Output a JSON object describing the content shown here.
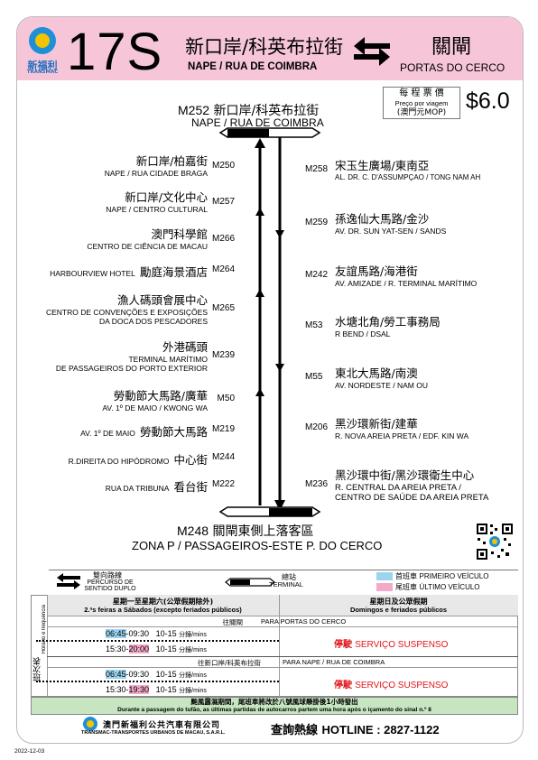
{
  "brand": {
    "name_cn": "新福利",
    "name_en": "TRANSMAC"
  },
  "route": {
    "number": "17S",
    "origin_cn": "新口岸/科英布拉街",
    "origin_en": "NAPE / RUA DE COIMBRA",
    "dest_cn": "關閘",
    "dest_en": "PORTAS DO CERCO"
  },
  "fare": {
    "label_cn": "每 程 票 價",
    "label_pt": "Preço por viagem",
    "currency": "(澳門元MOP)",
    "amount": "$6.0"
  },
  "terminal_top": {
    "code": "M252",
    "name_cn": "新口岸/科英布拉街",
    "name_en": "NAPE / RUA DE COIMBRA"
  },
  "terminal_bottom": {
    "code": "M248",
    "name_cn": "關閘東側上落客區",
    "name_en": "ZONA P /  PASSAGEIROS-ESTE P. DO CERCO"
  },
  "left_stops": [
    {
      "code": "M250",
      "cn": "新口岸/柏嘉街",
      "en": "NAPE / RUA CIDADE BRAGA"
    },
    {
      "code": "M257",
      "cn": "新口岸/文化中心",
      "en": "NAPE / CENTRO  CULTURAL"
    },
    {
      "code": "M266",
      "cn": "澳門科學館",
      "en": "CENTRO DE CIÊNCIA DE MACAU"
    },
    {
      "code": "M264",
      "cn": "勵庭海景酒店",
      "en": "HARBOURVIEW HOTEL"
    },
    {
      "code": "M265",
      "cn": "漁人碼頭會展中心",
      "en": "CENTRO DE CONVENÇÕES E EXPOSIÇÕES",
      "en2": "DA DOCA DOS PESCADORES"
    },
    {
      "code": "M239",
      "cn": "外港碼頭",
      "en": "TERMINAL MARÍTIMO",
      "en2": "DE PASSAGEIROS DO PORTO EXTERIOR"
    },
    {
      "code": "M50",
      "cn": "勞動節大馬路/廣華",
      "en": "AV. 1º DE MAIO / KWONG WA"
    },
    {
      "code": "M219",
      "cn": "勞動節大馬路",
      "en": "AV. 1º DE MAIO"
    },
    {
      "code": "M244",
      "cn": "中心街",
      "en": "R.DIREITA DO HIPÓDROMO"
    },
    {
      "code": "M222",
      "cn": "看台街",
      "en": "RUA DA TRIBUNA"
    }
  ],
  "right_stops": [
    {
      "code": "M258",
      "cn": "宋玉生廣場/東南亞",
      "en": "AL. DR. C. D'ASSUMPÇAO / TONG NAM AH"
    },
    {
      "code": "M259",
      "cn": "孫逸仙大馬路/金沙",
      "en": "AV. DR. SUN YAT-SEN / SANDS"
    },
    {
      "code": "M242",
      "cn": "友誼馬路/海港街",
      "en": "AV. AMIZADE / R. TERMINAL MARÍTIMO"
    },
    {
      "code": "M53",
      "cn": "水塘北角/勞工事務局",
      "en": "R BEND / DSAL"
    },
    {
      "code": "M55",
      "cn": "東北大馬路/南澳",
      "en": "AV. NORDESTE / NAM OU"
    },
    {
      "code": "M206",
      "cn": "黑沙環新街/建華",
      "en": "R. NOVA AREIA PRETA / EDF. KIN WA"
    },
    {
      "code": "M236",
      "cn": "黑沙環中街/黑沙環衛生中心",
      "en": "R. CENTRAL DA AREIA PRETA /",
      "en2": "CENTRO DE SAÚDE DA AREIA PRETA"
    }
  ],
  "legend": {
    "two_way_cn": "雙向路線",
    "two_way_en1": "PERCURSO DE",
    "two_way_en2": "SENTIDO DUPLO",
    "terminal_cn": "總站",
    "terminal_en": "TERMINAL",
    "first_cn": "首班車",
    "first_en": "PRIMEIRO VEÍCULO",
    "last_cn": "尾班車",
    "last_en": "ÚLTIMO VEÍCULO"
  },
  "schedule": {
    "side_label_cn": "班次表",
    "side_label_pt": "Horário e frequência",
    "weekday_cn": "星期一至星期六(公眾假期除外)",
    "weekday_pt": "2.ªs feiras a Sábados (excepto feriados públicos)",
    "holiday_cn": "星期日及公眾假期",
    "holiday_pt": "Domingos e feriados públicos",
    "dir1_cn": "往關閘",
    "dir1_pt": "PARA  PORTAS DO CERCO",
    "dir2_cn": "往新口岸/科英布拉街",
    "dir2_pt": "PARA NAPE / RUA DE COIMBRA",
    "row1a_first": "06:45",
    "row1a_rest": "-09:30",
    "row1b_start": "15:30-",
    "row1b_last": "20:00",
    "row2a_first": "06:45",
    "row2a_rest": "-09:30",
    "row2b_start": "15:30-",
    "row2b_last": "19:30",
    "freq": "10-15",
    "freq_unit": "分鐘/mins",
    "suspended_cn": "停駛",
    "suspended_pt": "SERVIÇO SUSPENSO"
  },
  "typhoon_notice": {
    "cn": "颱風露濕期間，尾班車將改於八號風球懸掛後1小時發出",
    "pt": "Durante a passagem do tufão, as últimas partidas de autocarros partem uma hora após o içamento do sinal n.º 8"
  },
  "company": {
    "cn": "澳門新福利公共汽車有限公司",
    "en": "TRANSMAC-TRANSPORTES URBANOS DE MACAU, S.A.R.L."
  },
  "hotline": {
    "label_cn": "查詢熱線",
    "text": "HOTLINE : 2827-1122"
  },
  "print_date": "2022-12-03",
  "colors": {
    "header_pink": "#f6c6d8",
    "first_bus_blue": "#9ad4f0",
    "last_bus_pink": "#f3a9c9",
    "notice_green": "#c6e5c0",
    "suspended_red": "#e0141b"
  }
}
